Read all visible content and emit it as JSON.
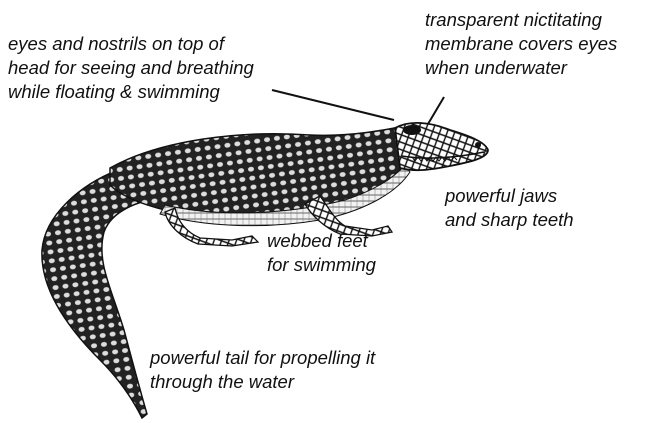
{
  "labels": {
    "eyes": [
      "eyes and nostrils on top of",
      "head for seeing and breathing",
      "while floating & swimming"
    ],
    "membrane": [
      "transparent nictitating",
      "membrane covers eyes",
      "when underwater"
    ],
    "jaws": [
      "powerful jaws",
      "and sharp teeth"
    ],
    "feet": [
      "webbed feet",
      "for swimming"
    ],
    "tail": [
      "powerful tail for propelling it",
      "through the water"
    ]
  },
  "illustration": {
    "subject": "alligator",
    "style": "black ink line drawing"
  },
  "colors": {
    "ink": "#111111",
    "background": "#ffffff"
  }
}
